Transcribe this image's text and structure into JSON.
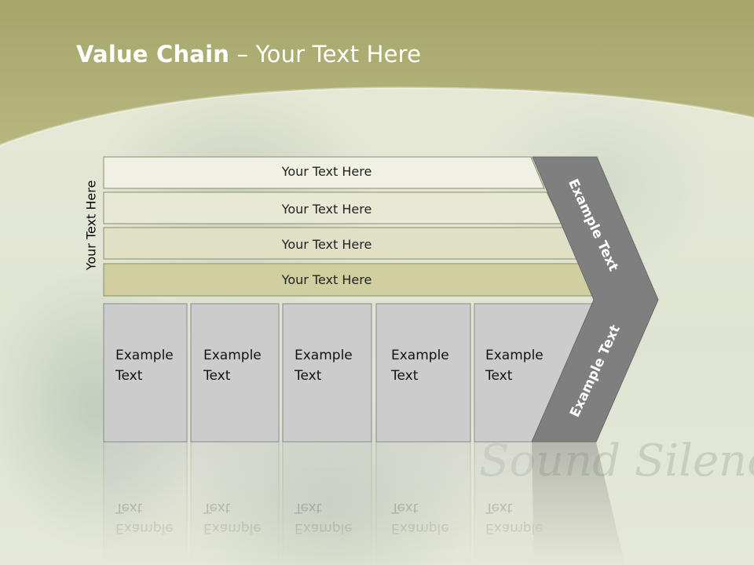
{
  "title": {
    "bold": "Value Chain",
    "rest": " – Your Text Here"
  },
  "side_label": "Your Text Here",
  "rows": [
    "Your Text Here",
    "Your Text Here",
    "Your Text Here",
    "Your Text Here"
  ],
  "boxes": [
    {
      "line1": "Example",
      "line2": "Text"
    },
    {
      "line1": "Example",
      "line2": "Text"
    },
    {
      "line1": "Example",
      "line2": "Text"
    },
    {
      "line1": "Example",
      "line2": "Text"
    },
    {
      "line1": "Example",
      "line2": "Text"
    }
  ],
  "arrow": {
    "upper": "Example Text",
    "lower": "Example Text"
  },
  "decor_text": "Sound Silence",
  "colors": {
    "header": "#b4b57e",
    "row1": "#f0f1e4",
    "row2": "#e8e9d5",
    "row3": "#dfe0c6",
    "row4": "#cfcf9f",
    "box": "#cccccc",
    "arrow": "#7f7f7f"
  }
}
